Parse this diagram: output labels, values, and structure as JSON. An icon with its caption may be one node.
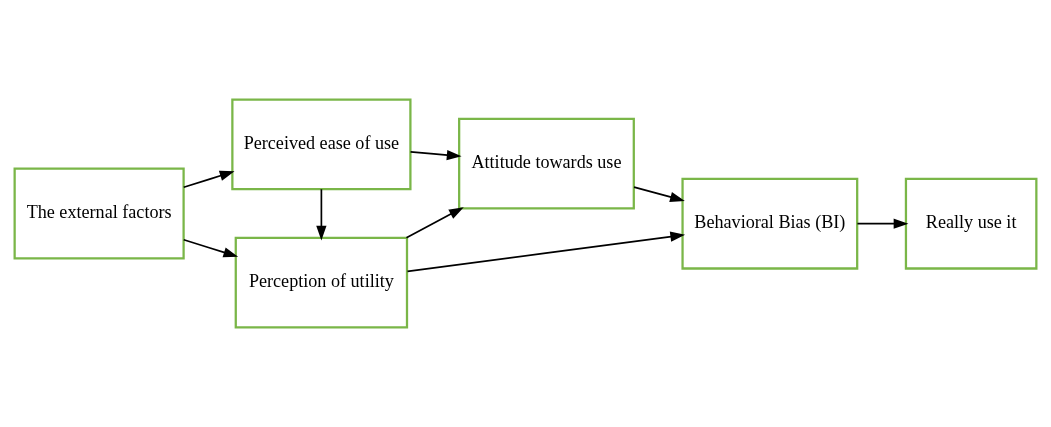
{
  "diagram": {
    "nodes": [
      {
        "text": [
          "The external factors"
        ]
      },
      {
        "text": [
          "Perception of utility"
        ]
      },
      {
        "text": [
          "Perceived ease of use"
        ]
      },
      {
        "text": [
          "Attitude towards use"
        ]
      },
      {
        "text": [
          "Behavioral Bias (BI)"
        ]
      },
      {
        "text": [
          "Really use it"
        ]
      }
    ],
    "edges": [
      {
        "from": 0,
        "to": 1,
        "arrow": "to"
      },
      {
        "from": 0,
        "to": 2,
        "arrow": "to"
      },
      {
        "from": 2,
        "to": 1,
        "arrow": "to"
      },
      {
        "from": 1,
        "to": 3,
        "arrow": "to"
      },
      {
        "from": 2,
        "to": 3,
        "arrow": "to"
      },
      {
        "from": 1,
        "to": 4,
        "arrow": "to"
      },
      {
        "from": 3,
        "to": 4,
        "arrow": "to"
      },
      {
        "from": 4,
        "to": 5,
        "arrow": "to"
      }
    ]
  }
}
